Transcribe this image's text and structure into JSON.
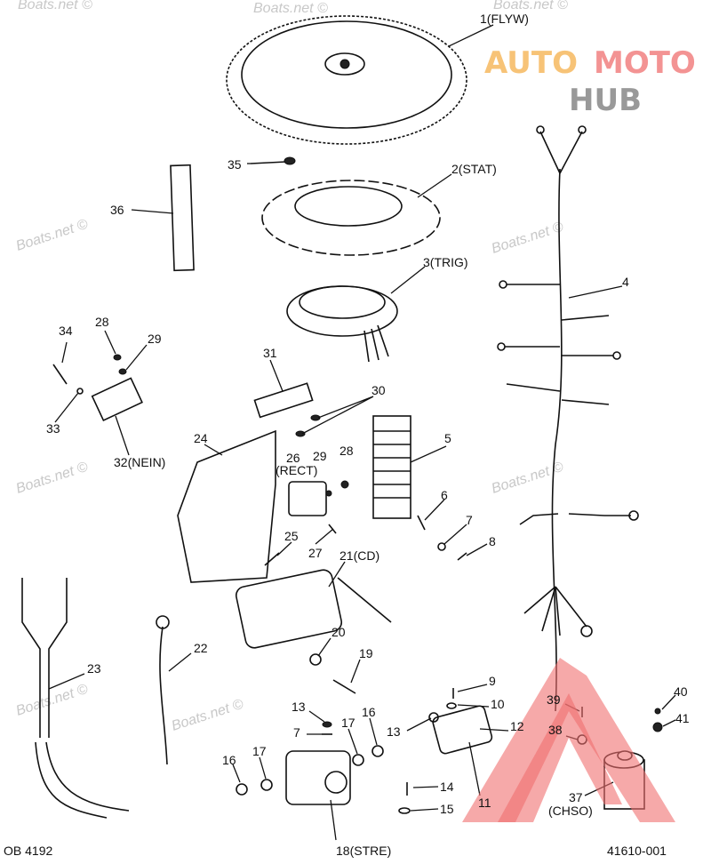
{
  "diagram": {
    "labels": [
      "1(FLYW)",
      "2(STAT)",
      "3(TRIG)",
      "4",
      "35",
      "36",
      "34",
      "28",
      "29",
      "33",
      "32(NEIN)",
      "31",
      "30",
      "24",
      "26",
      "(RECT)",
      "29",
      "28",
      "5",
      "6",
      "7",
      "8",
      "25",
      "27",
      "21(CD)",
      "22",
      "23",
      "20",
      "19",
      "9",
      "10",
      "12",
      "13",
      "13",
      "7",
      "17",
      "16",
      "16",
      "17",
      "11",
      "14",
      "15",
      "18(STRE)",
      "39",
      "38",
      "40",
      "41",
      "37",
      "(CHSO)"
    ],
    "drawing_code_left": "OB 4192",
    "drawing_code_right": "41610-001"
  },
  "watermark": "Boats.net ©",
  "logo": {
    "part1": "AUTO",
    "part2": "MOTO",
    "part3": "HUB",
    "color_orange": "#f5b04a",
    "color_red": "#f07070",
    "color_gray": "#888888"
  }
}
